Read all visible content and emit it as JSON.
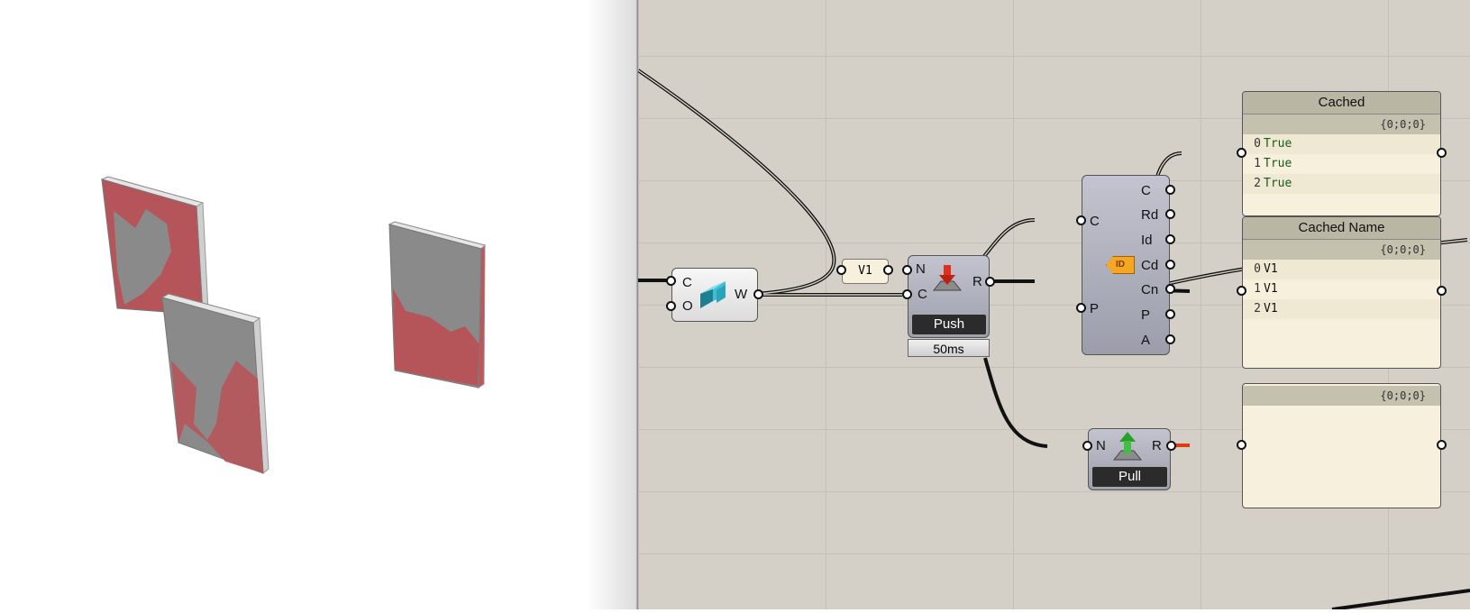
{
  "viewport": {
    "label": "Rhino viewport"
  },
  "components": {
    "wall": {
      "inputs": [
        "C",
        "O"
      ],
      "outputs": [
        "W"
      ]
    },
    "v1_param": {
      "value": "V1"
    },
    "push": {
      "inputs": [
        "N",
        "C"
      ],
      "outputs": [
        "R"
      ],
      "button": "Push",
      "timing": "50ms"
    },
    "deconstruct": {
      "inputs": [
        "C",
        "P"
      ],
      "outputs": [
        "C",
        "Rd",
        "Id",
        "Cd",
        "Cn",
        "P",
        "A"
      ],
      "badge": "ID"
    },
    "pull": {
      "inputs": [
        "N"
      ],
      "outputs": [
        "R"
      ],
      "button": "Pull"
    }
  },
  "panels": {
    "cached": {
      "title": "Cached",
      "path": "{0;0;0}",
      "rows": [
        {
          "index": "0",
          "value": "True"
        },
        {
          "index": "1",
          "value": "True"
        },
        {
          "index": "2",
          "value": "True"
        }
      ]
    },
    "cached_name": {
      "title": "Cached Name",
      "path": "{0;0;0}",
      "rows": [
        {
          "index": "0",
          "value": "V1"
        },
        {
          "index": "1",
          "value": "V1"
        },
        {
          "index": "2",
          "value": "V1"
        }
      ]
    },
    "output": {
      "path": "{0;0;0}"
    }
  },
  "colors": {
    "wire": "#111111",
    "selected_wire": "#e03c10",
    "panel_bg": "#f6f0dc",
    "canvas_bg": "#d4d0c8",
    "wall_red": "#b5555a",
    "wall_gray": "#8a8a8a"
  }
}
